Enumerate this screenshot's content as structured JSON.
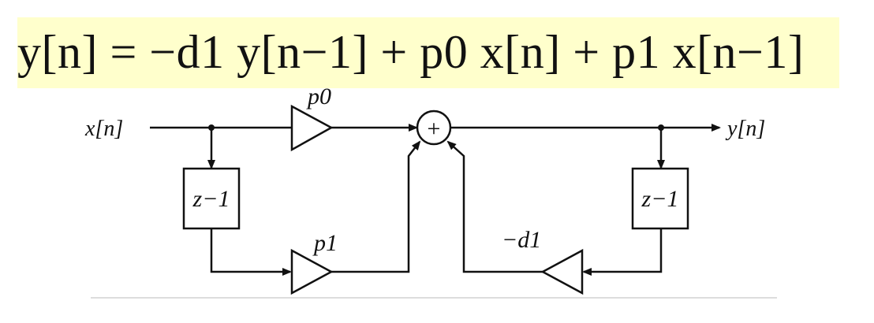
{
  "equation": {
    "text": "y[n] = −d1 y[n−1] + p0 x[n] + p1 x[n−1]",
    "highlight_color": "#ffffcc"
  },
  "diagram": {
    "input_label": "x[n]",
    "output_label": "y[n]",
    "delay_left_label": "z−1",
    "delay_right_label": "z−1",
    "gain_p0_label": "p0",
    "gain_p1_label": "p1",
    "gain_d1_label": "−d1",
    "adder_symbol": "+"
  },
  "colors": {
    "line": "#111111",
    "equation_band": "#ffffcc"
  }
}
